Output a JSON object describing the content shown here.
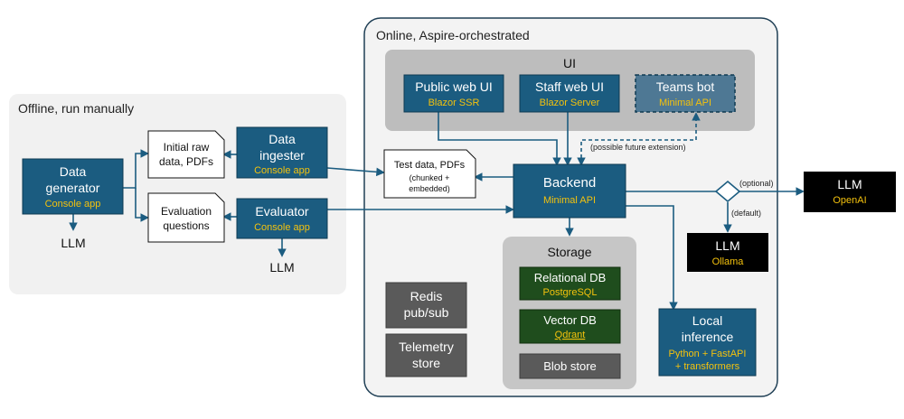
{
  "groups": {
    "offline_title": "Offline, run manually",
    "online_title": "Online, Aspire-orchestrated",
    "ui_title": "UI",
    "storage_title": "Storage"
  },
  "nodes": {
    "data_generator": {
      "line1": "Data",
      "line2": "generator",
      "sub": "Console app"
    },
    "data_ingester": {
      "line1": "Data",
      "line2": "ingester",
      "sub": "Console app"
    },
    "evaluator": {
      "title": "Evaluator",
      "sub": "Console app"
    },
    "initial_raw_data": {
      "line1": "Initial raw",
      "line2": "data, PDFs"
    },
    "evaluation_questions": {
      "line1": "Evaluation",
      "line2": "questions"
    },
    "llm_generator": "LLM",
    "llm_evaluator": "LLM",
    "test_data": {
      "line1": "Test data, PDFs",
      "line2": "(chunked +",
      "line3": "embedded)"
    },
    "public_web_ui": {
      "title": "Public web UI",
      "sub": "Blazor SSR"
    },
    "staff_web_ui": {
      "title": "Staff web UI",
      "sub": "Blazor Server"
    },
    "teams_bot": {
      "title": "Teams bot",
      "sub": "Minimal API"
    },
    "future_note": "(possible future extension)",
    "backend": {
      "title": "Backend",
      "sub": "Minimal API"
    },
    "relational_db": {
      "title": "Relational DB",
      "sub": "PostgreSQL"
    },
    "vector_db": {
      "title": "Vector DB",
      "sub": "Qdrant"
    },
    "blob_store": "Blob store",
    "redis": {
      "line1": "Redis",
      "line2": "pub/sub"
    },
    "telemetry": {
      "line1": "Telemetry",
      "line2": "store"
    },
    "local_inference": {
      "line1": "Local",
      "line2": "inference",
      "sub1": "Python + FastAPI",
      "sub2": "+ transformers"
    },
    "optional_label": "(optional)",
    "default_label": "(default)",
    "llm_openai": {
      "title": "LLM",
      "sub": "OpenAI"
    },
    "llm_ollama": {
      "title": "LLM",
      "sub": "Ollama"
    }
  },
  "colors": {
    "node_blue": "#1b5c80",
    "node_green": "#1f4d1d",
    "node_gray": "#5a5a5a",
    "teams_fill": "#4e7894",
    "accent_yellow": "#f4c20d",
    "black": "#000000",
    "offline_bg": "#f1f1f1",
    "ui_bg": "#bdbdbd",
    "storage_bg": "#c6c6c6"
  }
}
